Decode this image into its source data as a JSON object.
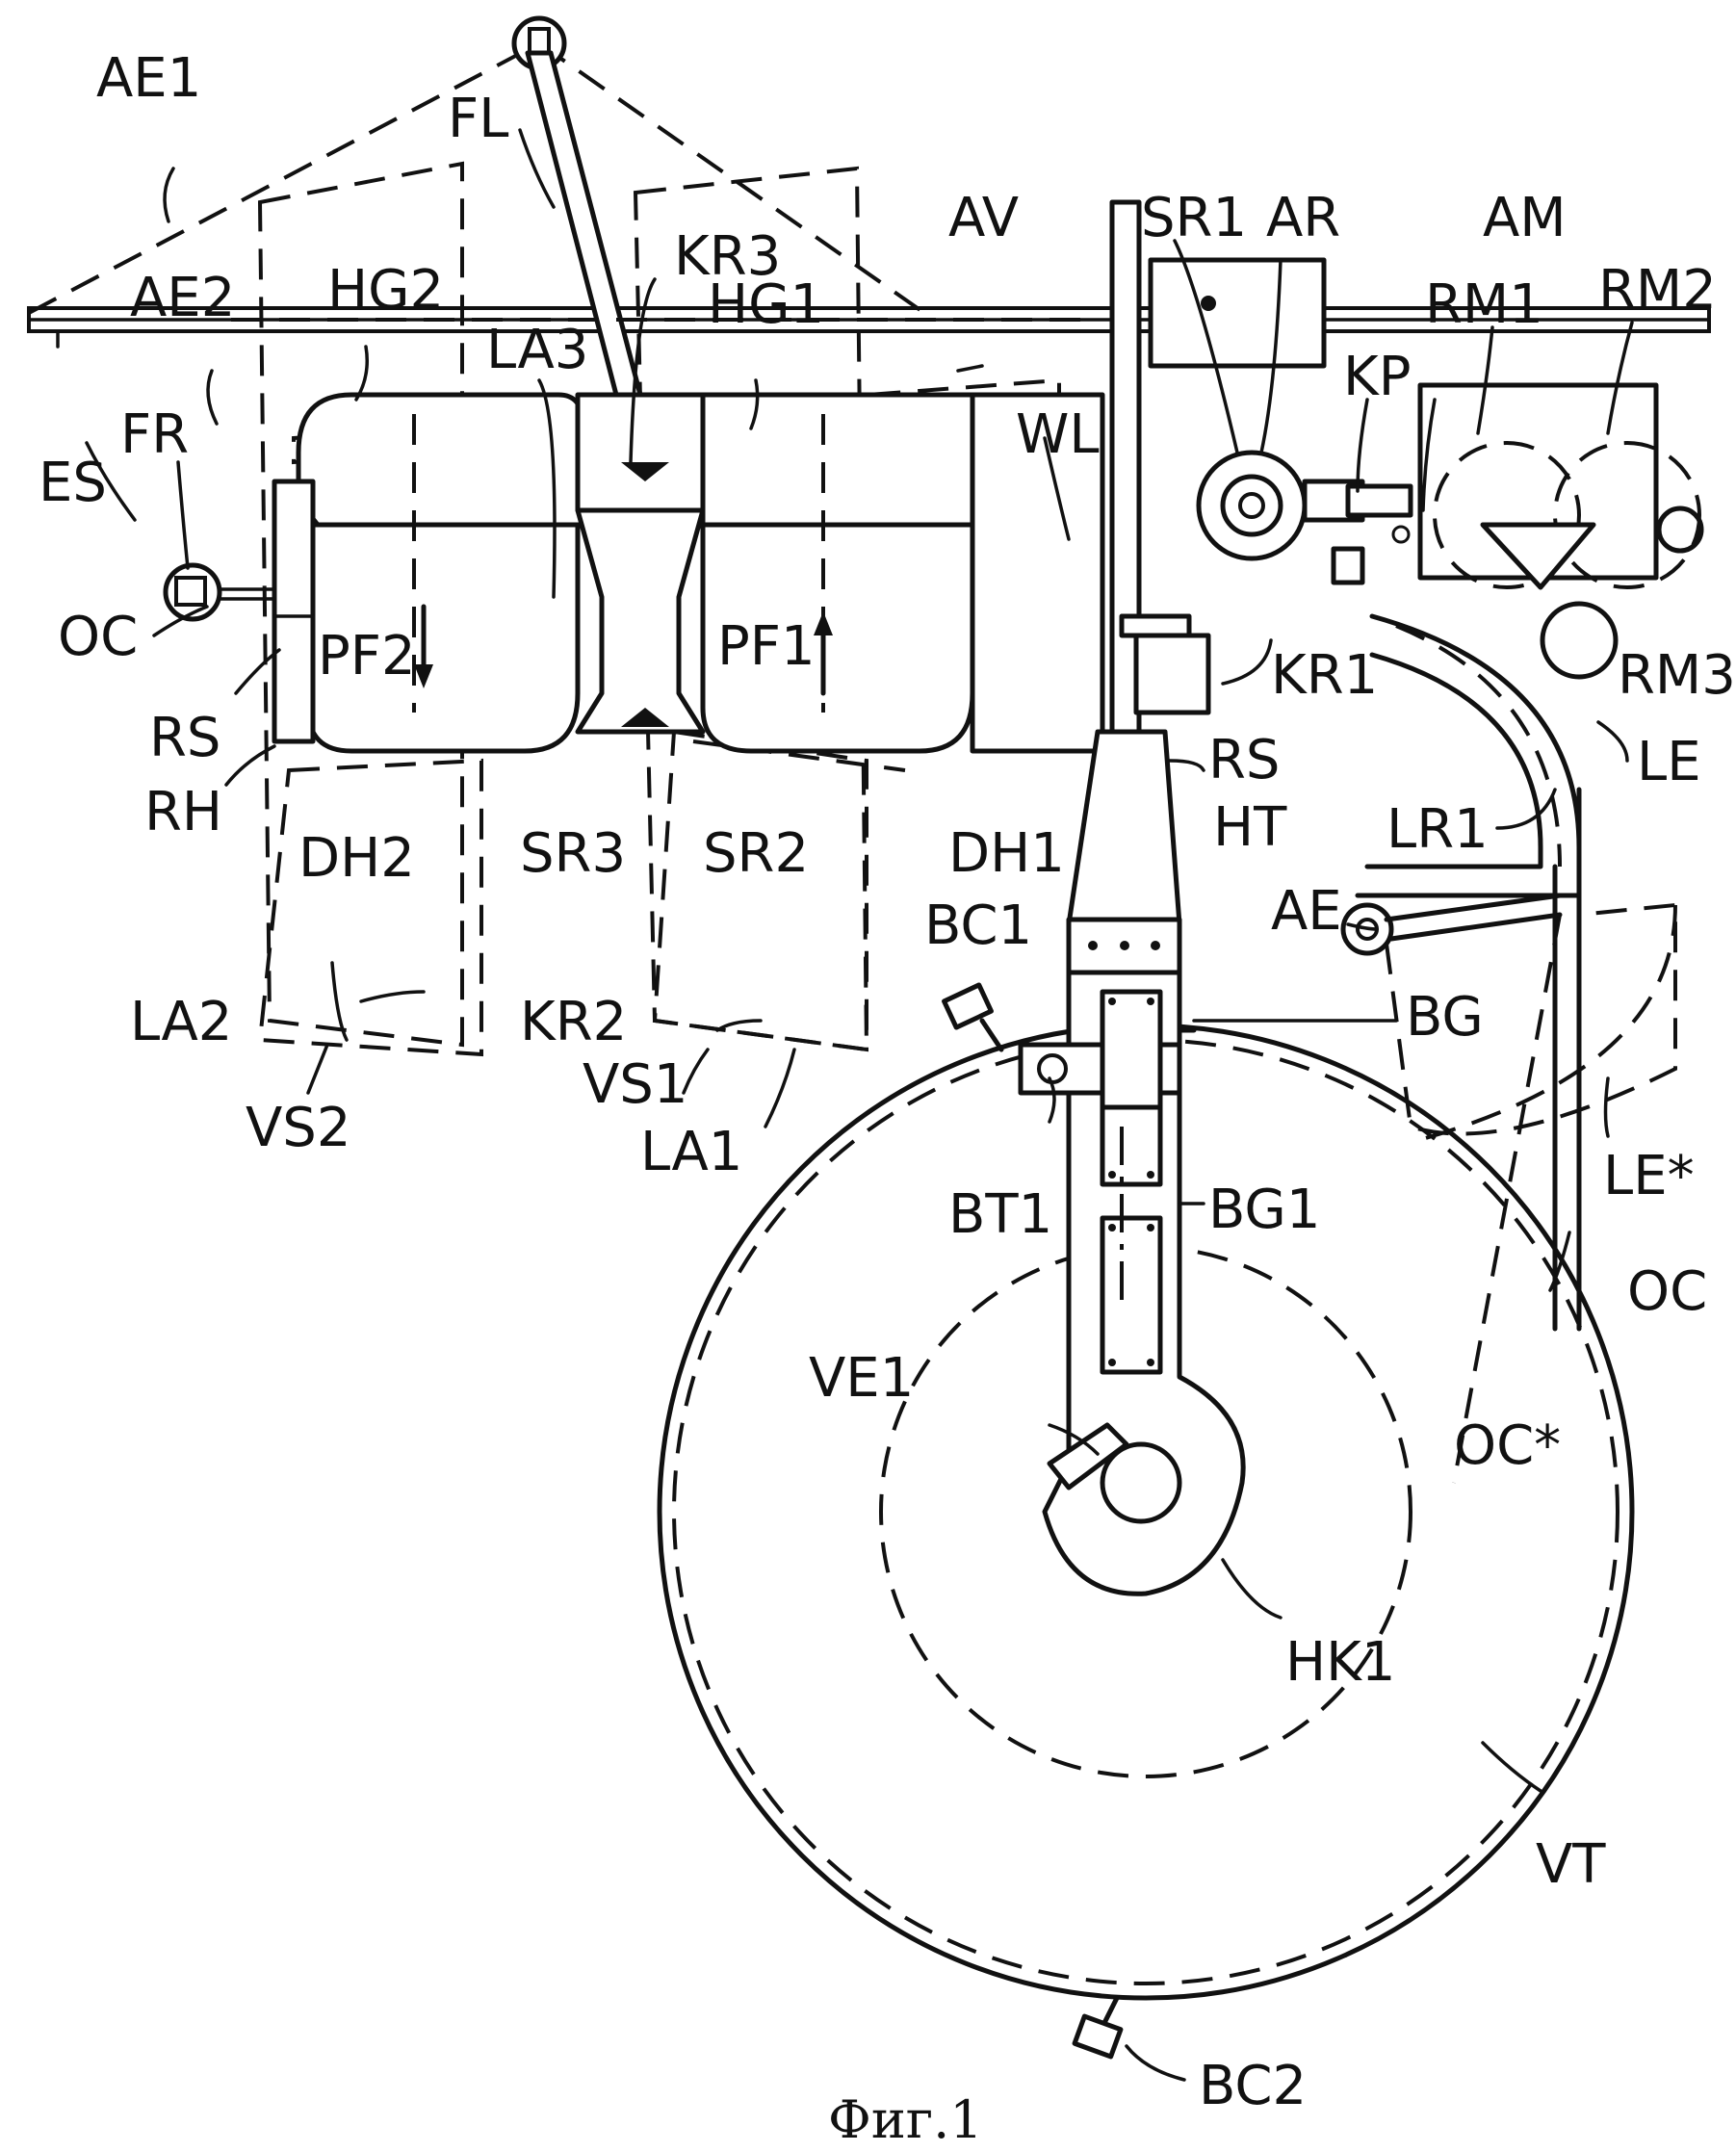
{
  "figure": {
    "caption": "Фиг.1",
    "labels": {
      "AE1": "AE1",
      "AE2": "AE2",
      "FL": "FL",
      "HG2": "HG2",
      "LA3": "LA3",
      "KR3": "KR3",
      "HG1": "HG1",
      "AV": "AV",
      "SR1_top": "SR1",
      "AR": "AR",
      "AM": "AM",
      "RM1": "RM1",
      "RM2": "RM2",
      "KP": "KP",
      "WL": "WL",
      "FR": "FR",
      "ES": "ES",
      "OC_left": "OC",
      "RS_left": "RS",
      "PF2": "PF2",
      "PF1": "PF1",
      "KR1": "KR1",
      "RM3": "RM3",
      "RH": "RH",
      "RS_right": "RS",
      "LE": "LE",
      "DH2": "DH2",
      "SR3": "SR3",
      "SR2": "SR2",
      "DH1": "DH1",
      "HT": "HT",
      "LR1": "LR1",
      "BC1": "BC1",
      "AE": "AE",
      "LA2": "LA2",
      "KR2": "KR2",
      "BG": "BG",
      "VS2": "VS2",
      "VS1": "VS1",
      "LA1": "LA1",
      "LE_star": "LE*",
      "BT1": "BT1",
      "BG1": "BG1",
      "OC_right": "OC",
      "VE1": "VE1",
      "OC_star": "OC*",
      "HK1": "HK1",
      "VT": "VT",
      "BC2": "BC2"
    }
  }
}
